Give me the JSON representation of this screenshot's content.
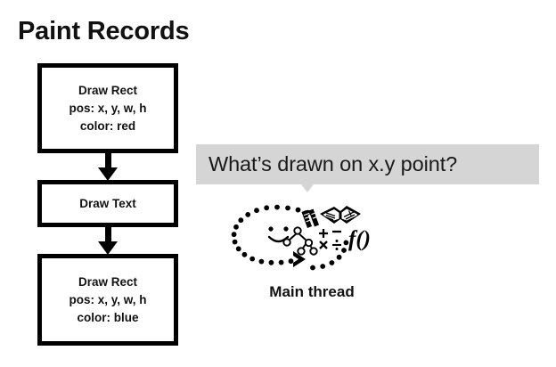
{
  "slide": {
    "title": "Paint Records",
    "background_color": "#ffffff",
    "ink_color": "#000000"
  },
  "flow": {
    "name": "paint-records-flow",
    "arrow_icon": "arrow-down-icon",
    "boxes": [
      {
        "id": "box-0",
        "lines": [
          "Draw Rect",
          "pos: x, y, w, h",
          "color: red"
        ],
        "line0": "Draw Rect",
        "line1": "pos: x, y, w, h",
        "line2": "color: red"
      },
      {
        "id": "box-1",
        "lines": [
          "Draw Text"
        ],
        "line0": "Draw Text",
        "line1": "",
        "line2": ""
      },
      {
        "id": "box-2",
        "lines": [
          "Draw Rect",
          "pos: x, y, w, h",
          "color: blue"
        ],
        "line0": "Draw Rect",
        "line1": "pos: x, y, w, h",
        "line2": "color: blue"
      }
    ]
  },
  "callout": {
    "text": "What’s drawn on x.y point?",
    "background_color": "#d5d5d5",
    "tail_icon": "bubble-tail-icon"
  },
  "thread": {
    "label": "Main thread",
    "illustration_icon": "thinking-loop-icon",
    "elements": [
      "dotted-loop-arrow-icon",
      "smiley-face-icon",
      "pencil-icon",
      "ruler-icon",
      "open-book-icon",
      "tree-diagram-icon",
      "math-symbols-icon",
      "function-notation-icon"
    ],
    "math_symbols": "+ − × ÷",
    "function_notation": "f()"
  }
}
